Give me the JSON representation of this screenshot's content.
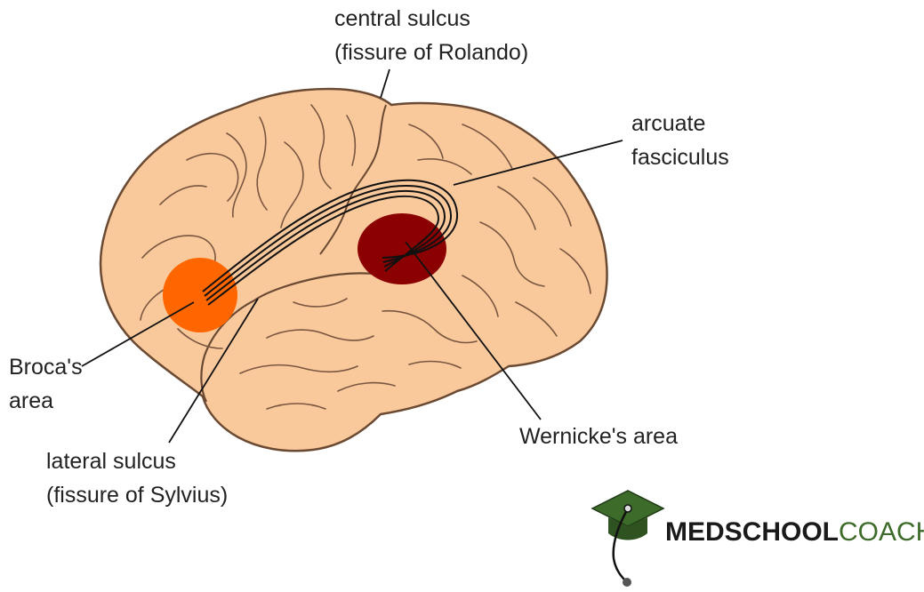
{
  "labels": {
    "central_sulcus": [
      "central sulcus",
      "(fissure of Rolando)"
    ],
    "arcuate_fasciculus": [
      "arcuate",
      "fasciculus"
    ],
    "brocas_area": [
      "Broca's",
      "area"
    ],
    "wernickes_area": [
      "Wernicke's area"
    ],
    "lateral_sulcus": [
      "lateral sulcus",
      "(fissure of Sylvius)"
    ]
  },
  "logo": {
    "text_bold": "MEDSCHOOL",
    "text_light": "COACH",
    "icon": "graduation-cap-stethoscope-icon"
  },
  "colors": {
    "brain_fill": "#f9c89b",
    "brain_outline": "#6b4a33",
    "brocas_area": "#ff6600",
    "wernickes_area": "#8b0000",
    "fiber_tract": "#111111",
    "logo_green": "#3d6b2a"
  }
}
